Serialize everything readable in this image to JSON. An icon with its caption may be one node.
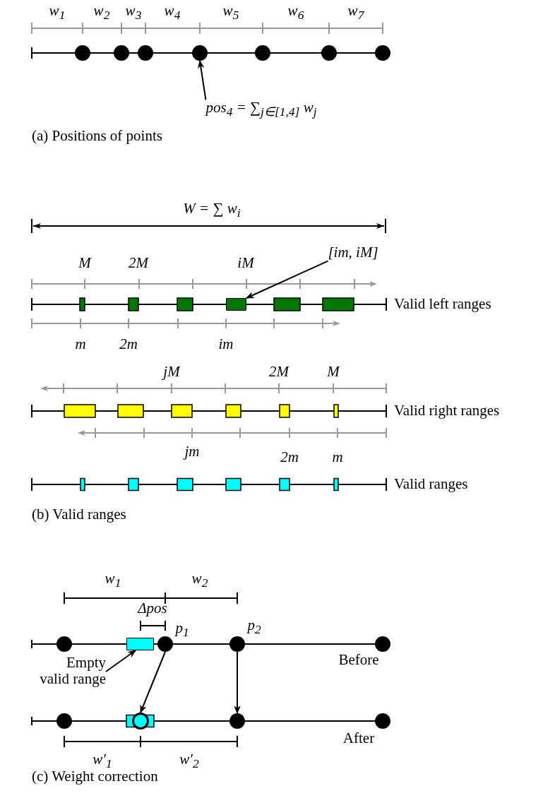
{
  "diagram": {
    "nodes": [
      {
        "text": [
          "pos$_{4}$ = ∑$_{j∈[1,4]}$ w$_{j}$"
        ]
      },
      {
        "text": [],
        "shape": "circle"
      },
      {
        "text": [
          "[im, iM]"
        ]
      },
      {
        "text": [],
        "shape": "box"
      },
      {
        "text": [
          "Empty valid range"
        ]
      },
      {
        "text": [],
        "shape": "box"
      },
      {
        "text": [],
        "shape": "circle",
        "beside": [
          "p$_{1}$"
        ]
      },
      {
        "text": [],
        "shape": "circle",
        "beside": [
          "p$_{2}$"
        ]
      },
      {
        "text": [],
        "shape": "circle"
      },
      {
        "text": [],
        "shape": "circle"
      }
    ],
    "edges": [
      {
        "from": 0,
        "to": 1,
        "arrow": "to"
      },
      {
        "from": 2,
        "to": 3,
        "arrow": "to"
      },
      {
        "from": 4,
        "to": 5,
        "arrow": "to"
      },
      {
        "from": 6,
        "to": 8,
        "arrow": "to"
      },
      {
        "from": 7,
        "to": 9,
        "arrow": "to"
      }
    ],
    "labels": [
      "w$_{1}$",
      "w$_{2}$",
      "w$_{3}$",
      "w$_{4}$",
      "w$_{5}$",
      "w$_{6}$",
      "w$_{7}$",
      "(a) Positions of points",
      "W = ∑ w$_{i}$",
      "M",
      "2M",
      "iM",
      "Valid left ranges",
      "m",
      "2m",
      "im",
      "jM",
      "2M",
      "M",
      "Valid right ranges",
      "jm",
      "2m",
      "m",
      "Valid ranges",
      "(b) Valid ranges",
      "w$_{1}$",
      "w$_{2}$",
      "Δpos",
      "Before",
      "After",
      "w′$_{1}$",
      "w′$_{2}$",
      "(c) Weight correction"
    ]
  }
}
